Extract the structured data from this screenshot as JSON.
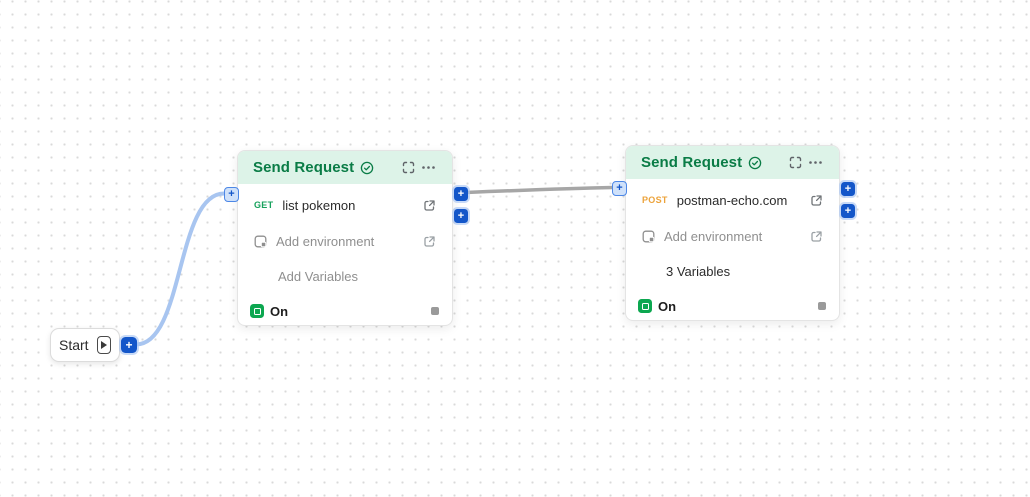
{
  "ui": {
    "plus": "+"
  },
  "start": {
    "label": "Start"
  },
  "nodes": [
    {
      "title": "Send Request",
      "method": "GET",
      "request_name": "list pokemon",
      "environment_label": "Add environment",
      "variables_label": "Add Variables",
      "status_label": "On"
    },
    {
      "title": "Send Request",
      "method": "POST",
      "request_name": "postman-echo.com",
      "environment_label": "Add environment",
      "variables_label": "3 Variables",
      "status_label": "On"
    }
  ],
  "colors": {
    "node_header_bg": "#ddf3e8",
    "node_title_green": "#0a7c46",
    "method_get_green": "#17a15c",
    "method_post_orange": "#eca33b",
    "connector_blue": "#1356c9",
    "port_fill_blue": "#cfe1fa",
    "edge_blue": "#a8c5f0",
    "edge_gray": "#a6a6a6",
    "toggle_on_green": "#0ca750",
    "grid_dot": "#d9d9d9"
  }
}
